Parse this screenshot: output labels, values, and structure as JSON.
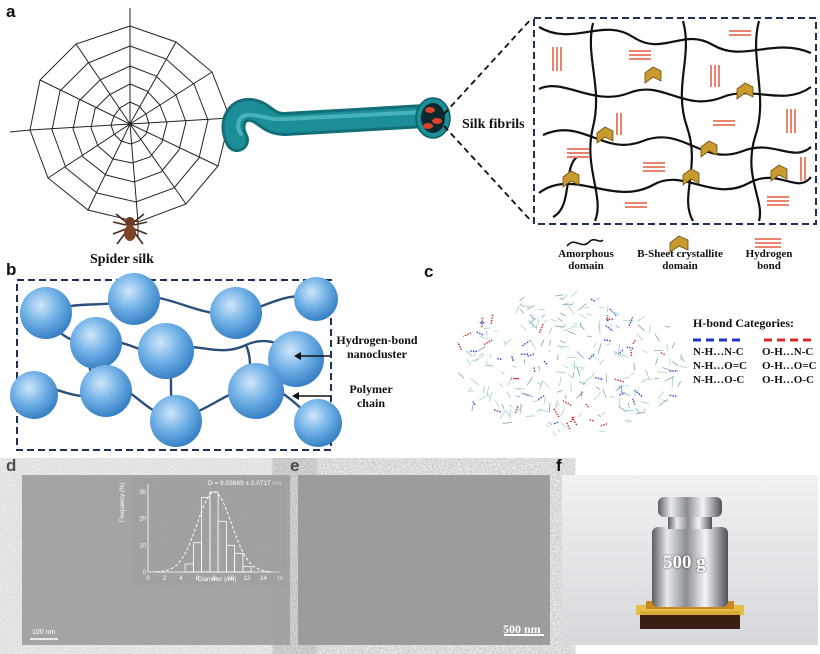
{
  "panels": {
    "a": {
      "label": "a",
      "spider_caption": "Spider silk",
      "fibrils_caption": "Silk fibrils",
      "legend": {
        "amorphous": "Amorphous domain",
        "bsheet": "B-Sheet crystallite domain",
        "hbond": "Hydrogen bond"
      }
    },
    "b": {
      "label": "b",
      "annotation_cluster": "Hydrogen-bond nanocluster",
      "annotation_chain": "Polymer chain"
    },
    "c": {
      "label": "c",
      "legend_title": "H-bond Categories:",
      "blue_items": [
        "N-H…N-C",
        "N-H…O=C",
        "N-H…O-C"
      ],
      "red_items": [
        "O-H…N-C",
        "O-H…O=C",
        "O-H…O-C"
      ]
    },
    "d": {
      "label": "d",
      "scale_bar": "100 nm",
      "inset": {
        "annotation": "D = 8.03689 ± 2.0717 nm",
        "xlabel": "Diameter (nm)",
        "ylabel": "Frequency (%)",
        "xticks": [
          "0",
          "2",
          "4",
          "6",
          "8",
          "10",
          "12",
          "14",
          "16"
        ],
        "yticks": [
          "0",
          "10",
          "20",
          "30"
        ]
      }
    },
    "e": {
      "label": "e",
      "scale_bar": "500 nm"
    },
    "f": {
      "label": "f",
      "weight_label": "500 g"
    }
  },
  "colors": {
    "frame_dash": "#1f2f5a",
    "silk_fiber": "#1b8e98",
    "bsheet": "#c99a2e",
    "hbond": "#e8836d",
    "sphere": "#5aa3dc",
    "chain": "#2a4f7a",
    "hbond_blue": "#2233cc",
    "hbond_red": "#d62a2a"
  },
  "chart_data": {
    "type": "bar",
    "x": [
      5,
      6,
      7,
      8,
      9,
      10,
      11,
      12
    ],
    "values": [
      3,
      11,
      28,
      30,
      19,
      10,
      7,
      2
    ],
    "xlabel": "Diameter (nm)",
    "ylabel": "Frequency (%)",
    "xlim": [
      0,
      16
    ],
    "ylim": [
      0,
      33
    ],
    "annotation": "D = 8.03689 ± 2.0717 nm",
    "fit": "gaussian",
    "fit_mean": 8.03689,
    "fit_sd": 2.0717
  }
}
